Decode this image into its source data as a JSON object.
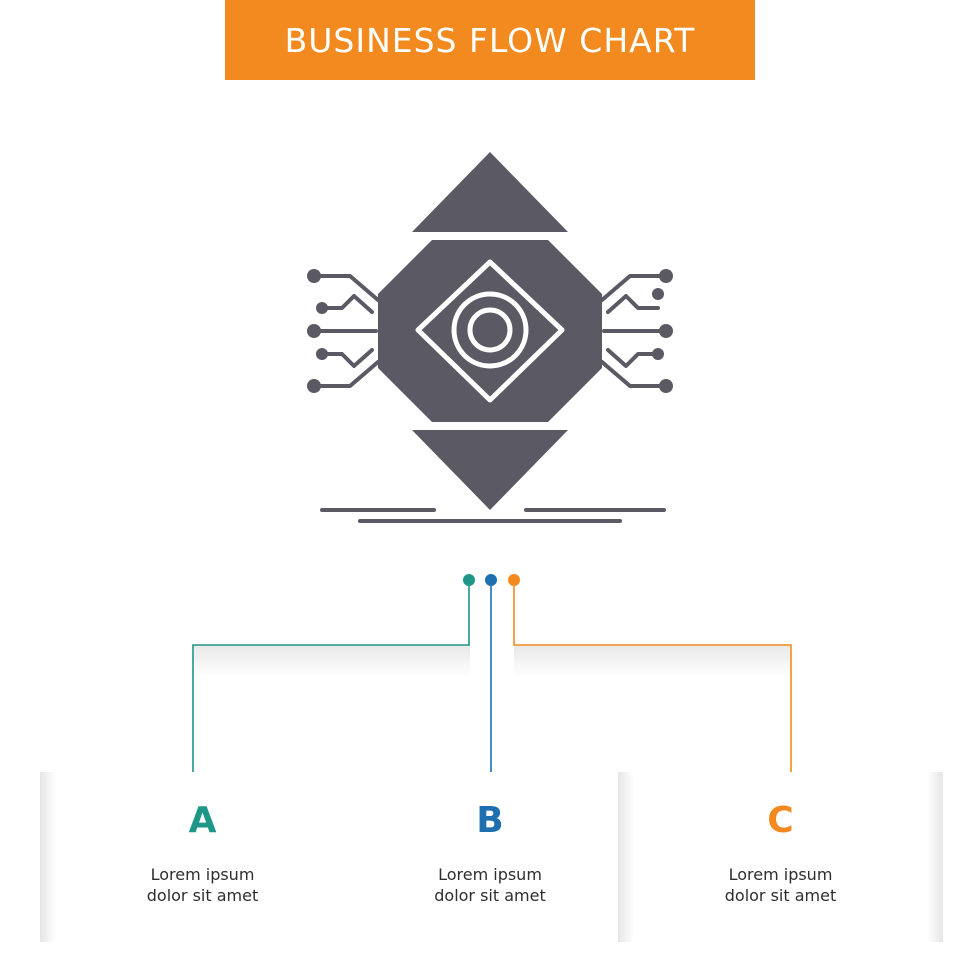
{
  "title": "BUSINESS FLOW CHART",
  "colors": {
    "title_bg": "#f28a1f",
    "icon": "#5b5a64",
    "teal": "#1e9688",
    "blue": "#1d6fb0",
    "orange": "#f28a1f"
  },
  "hero_icon": "ai-eye-circuit-icon",
  "options": [
    {
      "letter": "A",
      "line1": "Lorem ipsum",
      "line2": "dolor sit amet",
      "color": "#1e9688"
    },
    {
      "letter": "B",
      "line1": "Lorem ipsum",
      "line2": "dolor sit amet",
      "color": "#1d6fb0"
    },
    {
      "letter": "C",
      "line1": "Lorem ipsum",
      "line2": "dolor sit amet",
      "color": "#f28a1f"
    }
  ]
}
